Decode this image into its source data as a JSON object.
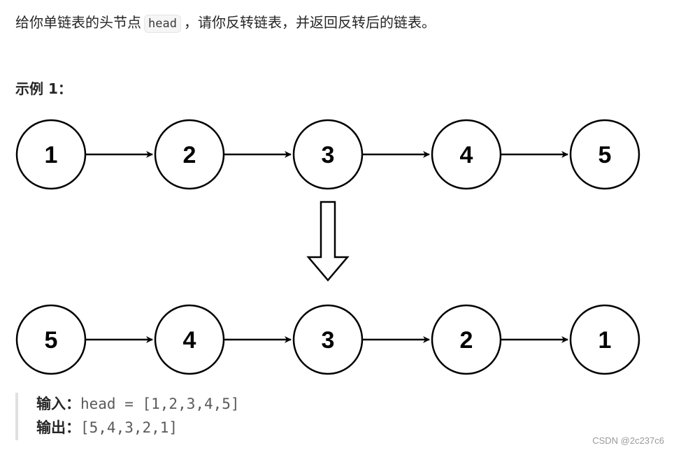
{
  "problem": {
    "intro_before": "给你单链表的头节点",
    "code_head": "head",
    "intro_after": "，请你反转链表，并返回反转后的链表。"
  },
  "example": {
    "title": "示例 1："
  },
  "diagram": {
    "top_list": [
      "1",
      "2",
      "3",
      "4",
      "5"
    ],
    "bottom_list": [
      "5",
      "4",
      "3",
      "2",
      "1"
    ]
  },
  "io": {
    "input_label": "输入：",
    "input_value": "head = [1,2,3,4,5]",
    "output_label": "输出：",
    "output_value": "[5,4,3,2,1]"
  },
  "watermark": "CSDN @2c237c6"
}
